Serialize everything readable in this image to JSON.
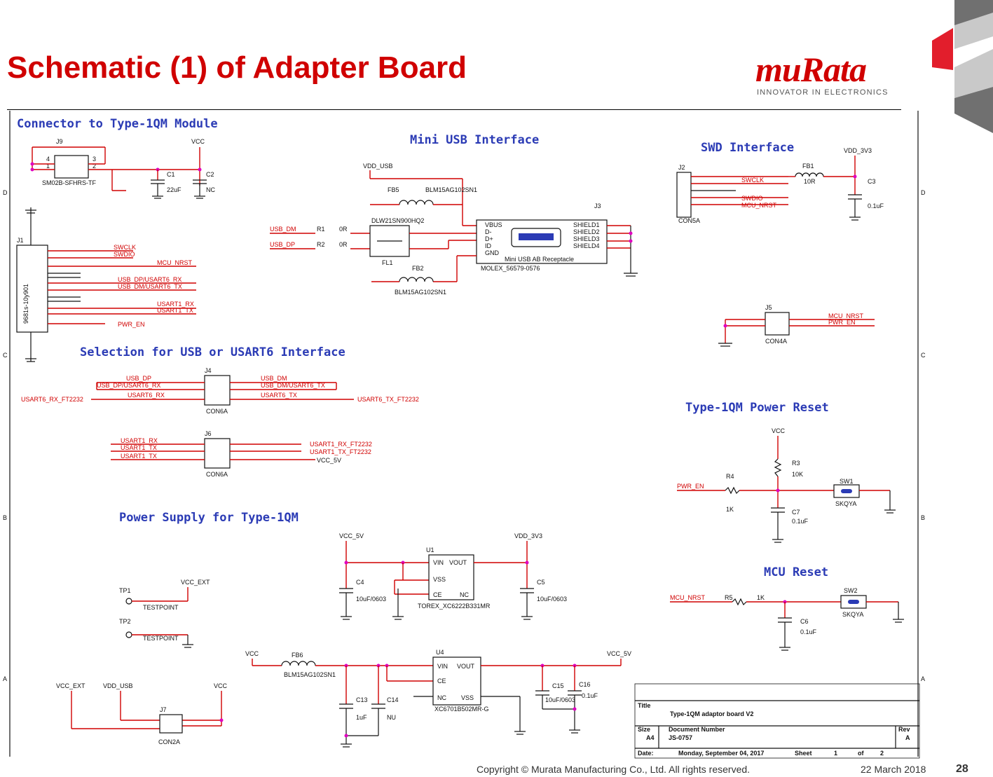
{
  "slide": {
    "title": "Schematic (1) of Adapter Board",
    "logo": "muRata",
    "tagline": "INNOVATOR IN ELECTRONICS",
    "copyright": "Copyright © Murata Manufacturing Co., Ltd. All rights reserved.",
    "date": "22 March 2018",
    "page_number": "28"
  },
  "colors": {
    "title": "#d00000",
    "section": "#2b3bb5",
    "wire": "#d00000",
    "junction": "#e000c0"
  },
  "sections": {
    "connector": "Connector to Type-1QM Module",
    "mini_usb": "Mini USB Interface",
    "swd": "SWD Interface",
    "selection": "Selection for USB or USART6 Interface",
    "power_reset": "Type-1QM Power Reset",
    "power_supply": "Power Supply for Type-1QM",
    "mcu_reset": "MCU Reset"
  },
  "labels": {
    "j9": "J9",
    "j9_part": "SM02B-SFHRS-TF",
    "vcc": "VCC",
    "c1": "C1",
    "c1_val": "22uF",
    "c2": "C2",
    "c2_val": "NC",
    "j1": "J1",
    "j1_part": "9681s-10y901",
    "j1_nets": [
      "SWCLK",
      "SWDIO",
      "MCU_NRST",
      "USB_DP/USART6_RX",
      "USB_DM/USART6_TX",
      "USART1_RX",
      "USART1_TX",
      "PWR_EN"
    ],
    "vdd_usb": "VDD_USB",
    "fb5": "FB5",
    "blm": "BLM15AG102SN1",
    "dlw": "DLW21SN900HQ2",
    "fl1": "FL1",
    "usb_dm": "USB_DM",
    "usb_dp": "USB_DP",
    "r1": "R1",
    "r2": "R2",
    "zero_ohm": "0R",
    "j3": "J3",
    "j3_part": "MOLEX_56579-0576",
    "j3_name": "Mini USB AB Receptacle",
    "j3_pins": [
      "VBUS",
      "D-",
      "D+",
      "ID",
      "GND"
    ],
    "j3_shields": [
      "SHIELD1",
      "SHIELD2",
      "SHIELD3",
      "SHIELD4"
    ],
    "fb2": "FB2",
    "j2": "J2",
    "j2_part": "CON5A",
    "swclk": "SWCLK",
    "swdio": "SWDIO",
    "mcu_nrst": "MCU_NRST",
    "fb1": "FB1",
    "fb1_val": "10R",
    "vdd_3v3": "VDD_3V3",
    "c3": "C3",
    "c3_val": "0.1uF",
    "j5": "J5",
    "j5_part": "CON4A",
    "pwr_en": "PWR_EN",
    "j4": "J4",
    "con6a": "CON6A",
    "j6": "J6",
    "j4_left": [
      "USB_DP",
      "USB_DP/USART6_RX",
      "USART6_RX"
    ],
    "j4_right": [
      "USB_DM",
      "USB_DM/USART6_TX",
      "USART6_TX"
    ],
    "usart6_rx_ft": "USART6_RX_FT2232",
    "usart6_tx_ft": "USART6_TX_FT2232",
    "j6_left": [
      "USART1_RX",
      "USART1_TX",
      "USART1_TX"
    ],
    "j6_right": [
      "USART1_RX_FT2232",
      "USART1_TX_FT2232",
      "VCC_5V"
    ],
    "r3": "R3",
    "r3_val": "10K",
    "r4": "R4",
    "r4_val": "1K",
    "sw1": "SW1",
    "skqya": "SKQYA",
    "c7": "C7",
    "c7_val": "0.1uF",
    "r5": "R5",
    "r5_val": "1K",
    "sw2": "SW2",
    "c6": "C6",
    "c6_val": "0.1uF",
    "vcc_5v": "VCC_5V",
    "u1": "U1",
    "u1_part": "TOREX_XC6222B331MR",
    "vin": "VIN",
    "vout": "VOUT",
    "vss": "VSS",
    "ce": "CE",
    "nc": "NC",
    "c4": "C4",
    "c4_val": "10uF/0603",
    "c5": "C5",
    "c5_val": "10uF/0603",
    "tp1": "TP1",
    "tp2": "TP2",
    "testpoint": "TESTPOINT",
    "vcc_ext": "VCC_EXT",
    "fb6": "FB6",
    "u4": "U4",
    "u4_part": "XC6701B502MR-G",
    "c13": "C13",
    "c13_val": "1uF",
    "c14": "C14",
    "c14_val": "NU",
    "c15": "C15",
    "c15_val": "10uF/0603",
    "c16": "C16",
    "c16_val": "0.1uF",
    "j7": "J7",
    "j7_part": "CON2A"
  },
  "title_block": {
    "title_label": "Title",
    "title": "Type-1QM adaptor board V2",
    "size_label": "Size",
    "size": "A4",
    "docnum_label": "Document Number",
    "docnum": "JS-0757",
    "rev_label": "Rev",
    "rev": "A",
    "date_label": "Date:",
    "date": "Monday, September 04, 2017",
    "sheet_label": "Sheet",
    "sheet": "1",
    "of_label": "of",
    "of": "2"
  },
  "border_marks": {
    "left": [
      "D",
      "C",
      "B",
      "A"
    ],
    "right": [
      "D",
      "C",
      "B",
      "A"
    ]
  }
}
